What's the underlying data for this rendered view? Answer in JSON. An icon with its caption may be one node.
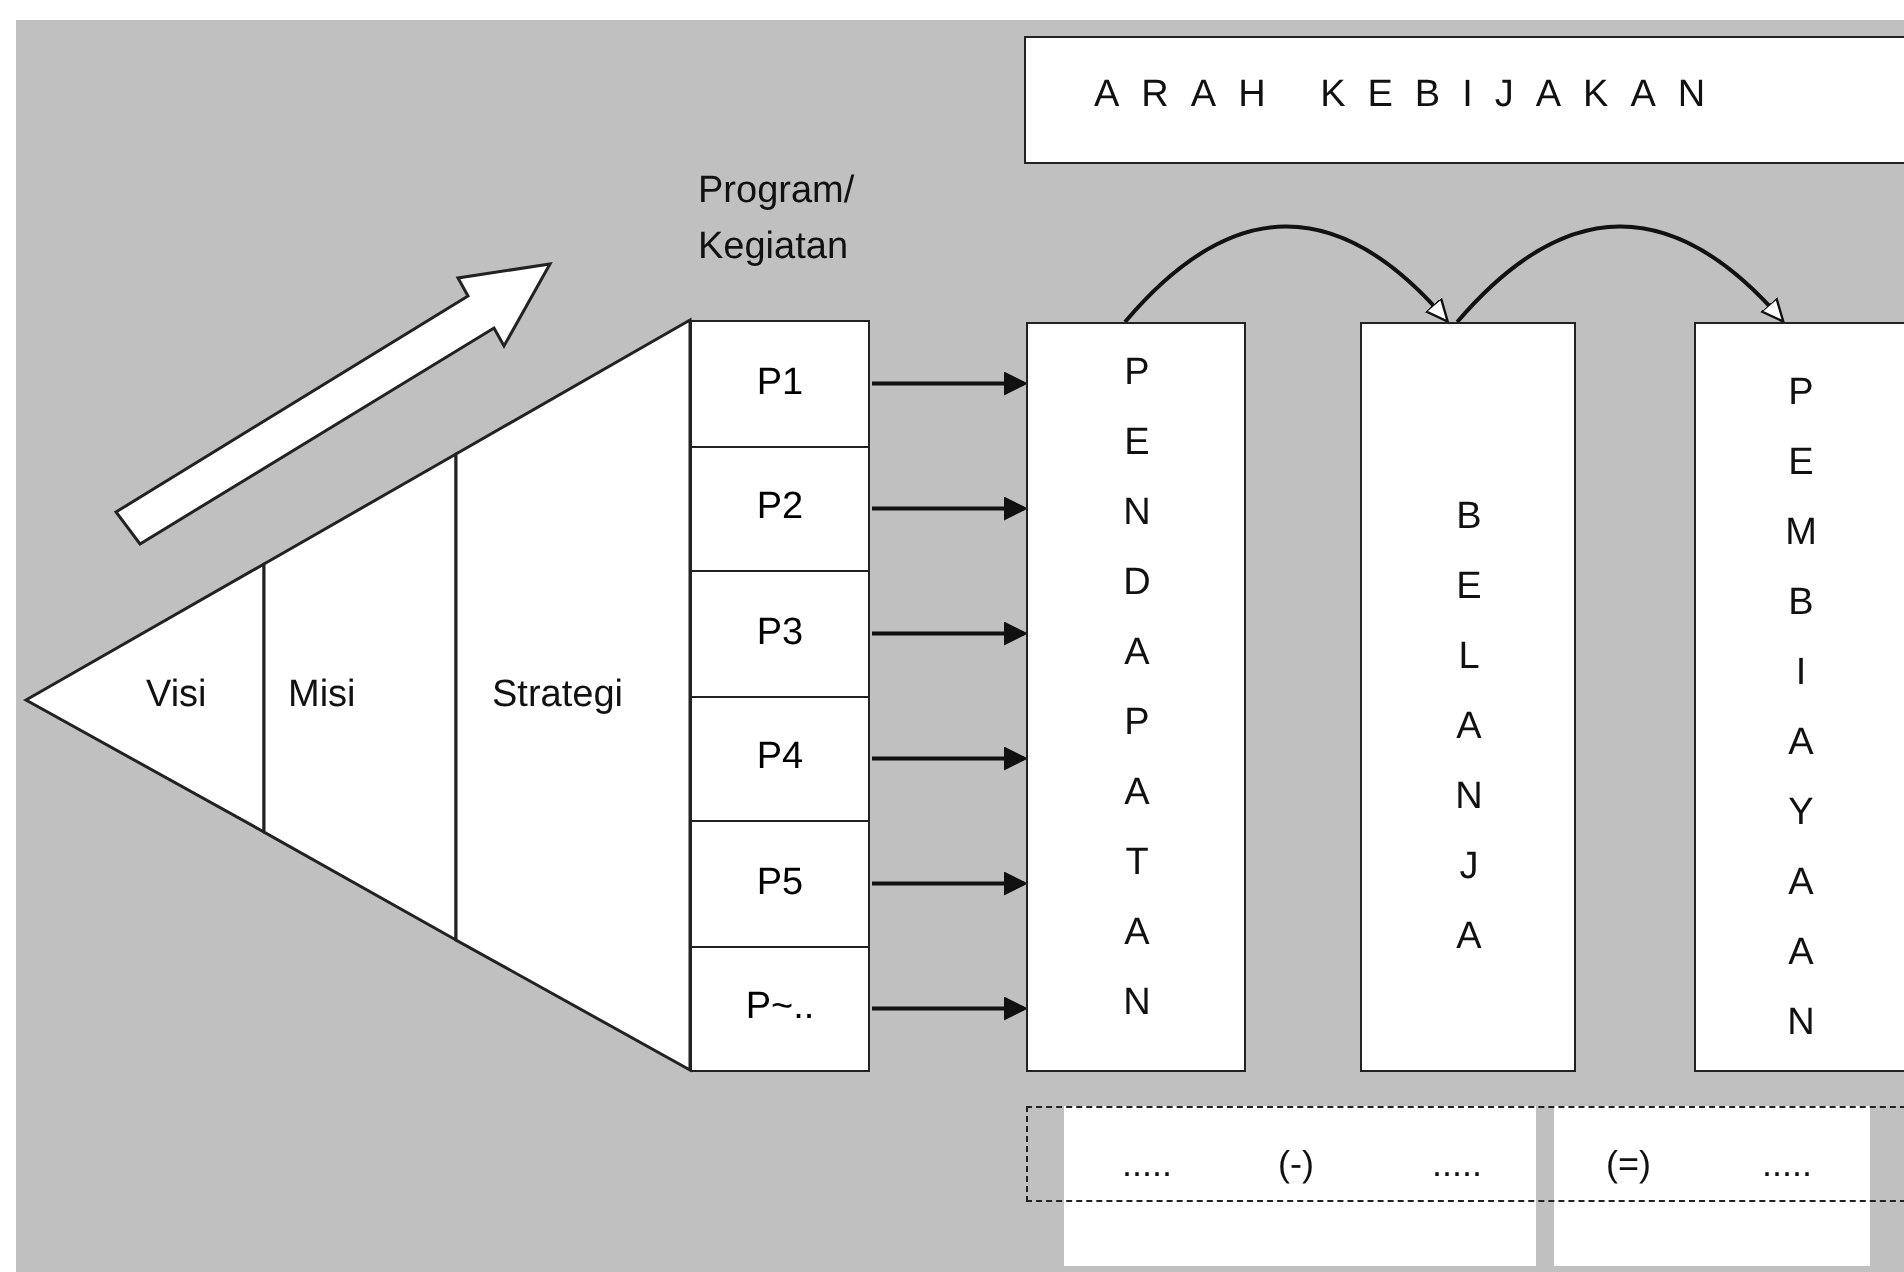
{
  "diagram": {
    "nodes": [
      {
        "text": [
          "Visi"
        ]
      },
      {
        "text": [
          "Misi"
        ]
      },
      {
        "text": [
          "Strategi"
        ]
      },
      {
        "text": [
          "Program/ Kegiatan"
        ]
      },
      {
        "text": [
          "P1"
        ],
        "in": 3
      },
      {
        "text": [
          "P2"
        ],
        "in": 3
      },
      {
        "text": [
          "P3"
        ],
        "in": 3
      },
      {
        "text": [
          "P4"
        ],
        "in": 3
      },
      {
        "text": [
          "P5"
        ],
        "in": 3
      },
      {
        "text": [
          "P~.."
        ],
        "in": 3
      },
      {
        "text": [
          "PENDAPATAN"
        ]
      },
      {
        "text": [
          "BELANJA"
        ]
      },
      {
        "text": [
          "PEMBIAYAAN"
        ]
      },
      {
        "text": [
          "ARAH KEBIJAKAN"
        ]
      },
      {
        "text": [
          ".....",
          "(-)",
          ".....",
          "(=)",
          "....."
        ]
      }
    ],
    "edges": [
      {
        "from": 4,
        "to": 10,
        "arrow": "to"
      },
      {
        "from": 5,
        "to": 10,
        "arrow": "to"
      },
      {
        "from": 6,
        "to": 10,
        "arrow": "to"
      },
      {
        "from": 7,
        "to": 10,
        "arrow": "to"
      },
      {
        "from": 8,
        "to": 10,
        "arrow": "to"
      },
      {
        "from": 9,
        "to": 10,
        "arrow": "to"
      },
      {
        "from": 10,
        "to": 11,
        "arrow": "to"
      },
      {
        "from": 11,
        "to": 12,
        "arrow": "to"
      }
    ]
  }
}
